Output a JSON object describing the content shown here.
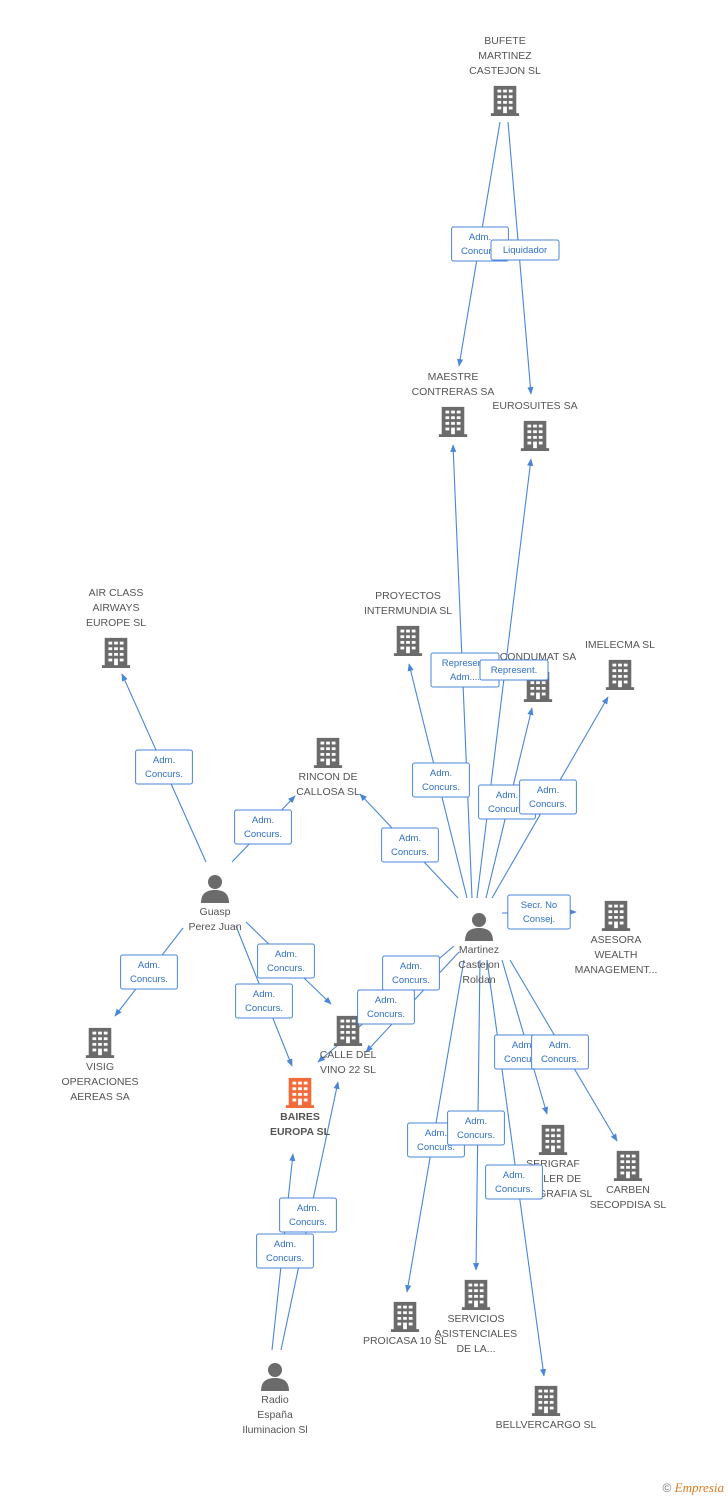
{
  "colors": {
    "edge": "#4a86d8",
    "company": "#6b6b6b",
    "main_company": "#f26b3a",
    "person": "#6b6b6b"
  },
  "nodes": [
    {
      "id": "bufete",
      "kind": "company",
      "lines": [
        "BUFETE",
        "MARTINEZ",
        "CASTEJON SL"
      ]
    },
    {
      "id": "maestre",
      "kind": "company",
      "lines": [
        "MAESTRE",
        "CONTRERAS SA"
      ]
    },
    {
      "id": "eurosuites",
      "kind": "company",
      "lines": [
        "EUROSUITES SA"
      ]
    },
    {
      "id": "proyectos",
      "kind": "company",
      "lines": [
        "PROYECTOS",
        "INTERMUNDIA SL"
      ]
    },
    {
      "id": "condumat",
      "kind": "company",
      "lines": [
        "CONDUMAT SA"
      ]
    },
    {
      "id": "imelecma",
      "kind": "company",
      "lines": [
        "IMELECMA SL"
      ]
    },
    {
      "id": "airclass",
      "kind": "company",
      "lines": [
        "AIR CLASS",
        "AIRWAYS",
        "EUROPE SL"
      ]
    },
    {
      "id": "rincon",
      "kind": "company",
      "lines": [
        "RINCON DE",
        "CALLOSA SL"
      ]
    },
    {
      "id": "guasp",
      "kind": "person",
      "lines": [
        "Guasp",
        "Perez Juan"
      ]
    },
    {
      "id": "martinez",
      "kind": "person",
      "lines": [
        "Martinez",
        "Castejon",
        "Roldan"
      ]
    },
    {
      "id": "asesora",
      "kind": "company",
      "lines": [
        "ASESORA",
        "WEALTH",
        "MANAGEMENT..."
      ]
    },
    {
      "id": "visig",
      "kind": "company",
      "lines": [
        "VISIG",
        "OPERACIONES",
        "AEREAS SA"
      ]
    },
    {
      "id": "calle",
      "kind": "company",
      "lines": [
        "CALLE DEL",
        "VINO 22 SL"
      ]
    },
    {
      "id": "baires",
      "kind": "main",
      "lines": [
        "BAIRES",
        "EUROPA SL"
      ]
    },
    {
      "id": "serigraf",
      "kind": "company",
      "lines": [
        "SERIGRAF",
        "TALLER DE",
        "SERIGRAFIA SL"
      ]
    },
    {
      "id": "carben",
      "kind": "company",
      "lines": [
        "CARBEN",
        "SECOPDISA SL"
      ]
    },
    {
      "id": "proicasa",
      "kind": "company",
      "lines": [
        "PROICASA 10 SL"
      ]
    },
    {
      "id": "servicios",
      "kind": "company",
      "lines": [
        "SERVICIOS",
        "ASISTENCIALES",
        "DE LA..."
      ]
    },
    {
      "id": "bellvercargo",
      "kind": "company",
      "lines": [
        "BELLVERCARGO SL"
      ]
    },
    {
      "id": "radio",
      "kind": "person",
      "lines": [
        "Radio",
        "España",
        "Iluminacion Sl"
      ]
    }
  ],
  "edges": [
    {
      "from": "bufete",
      "to": "maestre",
      "label": [
        "Adm.",
        "Concurs."
      ]
    },
    {
      "from": "bufete",
      "to": "eurosuites",
      "label": [
        "Liquidador"
      ]
    },
    {
      "from": "martinez",
      "to": "maestre",
      "label": [
        "Represent.",
        "Adm...."
      ]
    },
    {
      "from": "martinez",
      "to": "eurosuites",
      "label": [
        "Represent."
      ]
    },
    {
      "from": "martinez",
      "to": "proyectos",
      "label": [
        "Adm.",
        "Concurs."
      ]
    },
    {
      "from": "martinez",
      "to": "condumat",
      "label": [
        "Adm.",
        "Concurs."
      ]
    },
    {
      "from": "martinez",
      "to": "imelecma",
      "label": [
        "Adm.",
        "Concurs."
      ]
    },
    {
      "from": "martinez",
      "to": "rincon",
      "label": [
        "Adm.",
        "Concurs."
      ]
    },
    {
      "from": "martinez",
      "to": "asesora",
      "label": [
        "Secr.  No",
        "Consej."
      ]
    },
    {
      "from": "martinez",
      "to": "baires",
      "label": [
        "Adm.",
        "Concurs."
      ]
    },
    {
      "from": "martinez",
      "to": "calle",
      "label": [
        "Adm.",
        "Concurs."
      ]
    },
    {
      "from": "martinez",
      "to": "serigraf",
      "label": [
        "Adm.",
        "Concurs."
      ]
    },
    {
      "from": "martinez",
      "to": "carben",
      "label": [
        "Adm.",
        "Concurs."
      ]
    },
    {
      "from": "martinez",
      "to": "proicasa",
      "label": [
        "Adm.",
        "Concurs."
      ]
    },
    {
      "from": "martinez",
      "to": "servicios",
      "label": [
        "Adm.",
        "Concurs."
      ]
    },
    {
      "from": "martinez",
      "to": "bellvercargo",
      "label": [
        "Adm.",
        "Concurs."
      ]
    },
    {
      "from": "guasp",
      "to": "airclass",
      "label": [
        "Adm.",
        "Concurs."
      ]
    },
    {
      "from": "guasp",
      "to": "rincon",
      "label": [
        "Adm.",
        "Concurs."
      ]
    },
    {
      "from": "guasp",
      "to": "visig",
      "label": [
        "Adm.",
        "Concurs."
      ]
    },
    {
      "from": "guasp",
      "to": "calle",
      "label": [
        "Adm.",
        "Concurs."
      ]
    },
    {
      "from": "guasp",
      "to": "baires",
      "label": [
        "Adm.",
        "Concurs."
      ]
    },
    {
      "from": "radio",
      "to": "calle",
      "label": [
        "Adm.",
        "Concurs."
      ]
    },
    {
      "from": "radio",
      "to": "baires",
      "label": [
        "Adm.",
        "Concurs."
      ]
    }
  ],
  "footer": {
    "copyright": "©",
    "brand": "Empresia"
  }
}
